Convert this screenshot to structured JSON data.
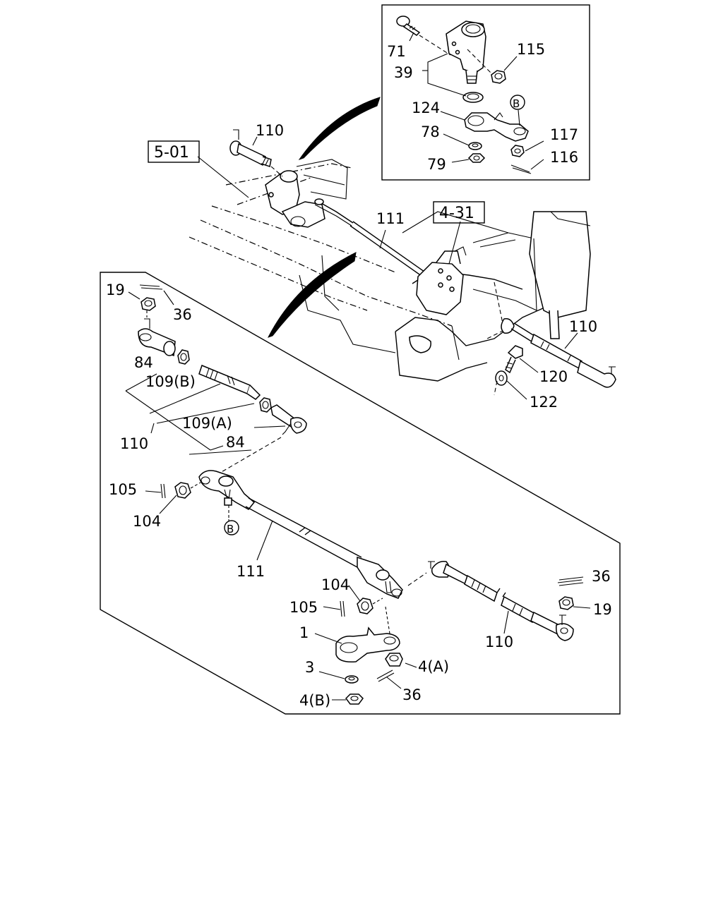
{
  "callouts": {
    "inset": {
      "p71": "71",
      "p115": "115",
      "p39": "39",
      "p124": "124",
      "pB": "B",
      "p78": "78",
      "p117": "117",
      "p79": "79",
      "p116": "116"
    },
    "top": {
      "p110_left": "110",
      "ref501": "5-01",
      "p111": "111",
      "ref431": "4-31",
      "p110_right": "110",
      "p120": "120",
      "p122": "122"
    },
    "detail": {
      "p19_top": "19",
      "p36_top": "36",
      "p84_top": "84",
      "p109b": "109(B)",
      "p109a": "109(A)",
      "p110": "110",
      "p84_bottom": "84",
      "p105_left": "105",
      "p104_left": "104",
      "pB": "B",
      "p111": "111",
      "p104_mid": "104",
      "p105_mid": "105",
      "p36_right": "36",
      "p19_right": "19",
      "p110_right": "110",
      "p1": "1",
      "p3": "3",
      "p4a": "4(A)",
      "p36_bottom": "36",
      "p4b": "4(B)"
    }
  }
}
